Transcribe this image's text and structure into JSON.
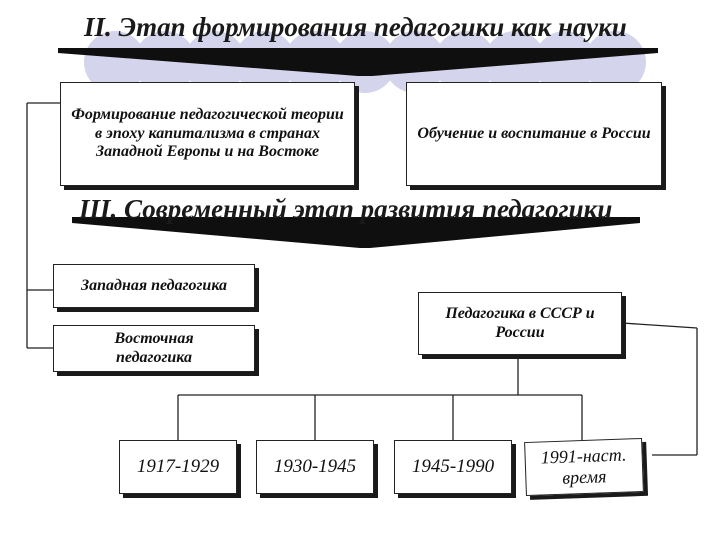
{
  "headings": {
    "stage2": "II. Этап формирования педагогики как науки",
    "stage3": "III. Современный этап развития педагогики"
  },
  "boxes": {
    "formation_theory": "Формирование педагогической теории в эпоху капитализма в странах Западной Европы и на Востоке",
    "russia_education": "Обучение и воспитание в России",
    "western_pedagogy": "Западная педагогика",
    "eastern_pedagogy": "Восточная педагогика",
    "ussr_russia_pedagogy": "Педагогика в СССР и России"
  },
  "periods": [
    "1917-1929",
    "1930-1945",
    "1945-1990",
    "1991-наст. время"
  ],
  "colors": {
    "circle": "#d4d4ec",
    "line": "#222222",
    "shadow": "#1a1a1a"
  }
}
